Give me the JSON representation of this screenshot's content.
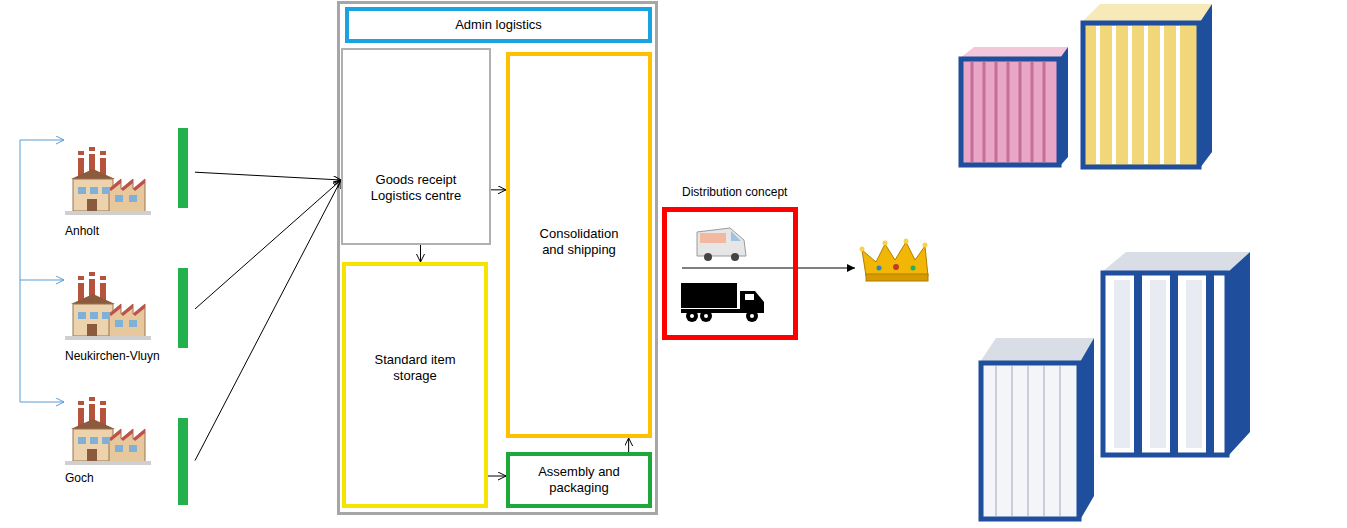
{
  "diagram": {
    "nodes": [
      {
        "text": [
          "Anholt"
        ]
      },
      {
        "text": [
          "Neukirchen-Vluyn"
        ]
      },
      {
        "text": [
          "Goch"
        ]
      },
      {
        "text": [
          "Admin logistics"
        ]
      },
      {
        "text": [
          "Goods receipt Logistics centre"
        ]
      },
      {
        "text": [
          "Standard item storage"
        ]
      },
      {
        "text": [
          "Consolidation and shipping"
        ]
      },
      {
        "text": [
          "Assembly and packaging"
        ]
      },
      {
        "text": [
          "Distribution concept"
        ]
      }
    ],
    "edges": [
      {
        "from": 0,
        "to": 4,
        "arrow": "to"
      },
      {
        "from": 1,
        "to": 4,
        "arrow": "to"
      },
      {
        "from": 2,
        "to": 4,
        "arrow": "to"
      },
      {
        "from": 4,
        "to": 6,
        "arrow": "to"
      },
      {
        "from": 4,
        "to": 5,
        "arrow": "to"
      },
      {
        "from": 5,
        "to": 7,
        "arrow": "to"
      },
      {
        "from": 7,
        "to": 6,
        "arrow": "to"
      }
    ]
  }
}
